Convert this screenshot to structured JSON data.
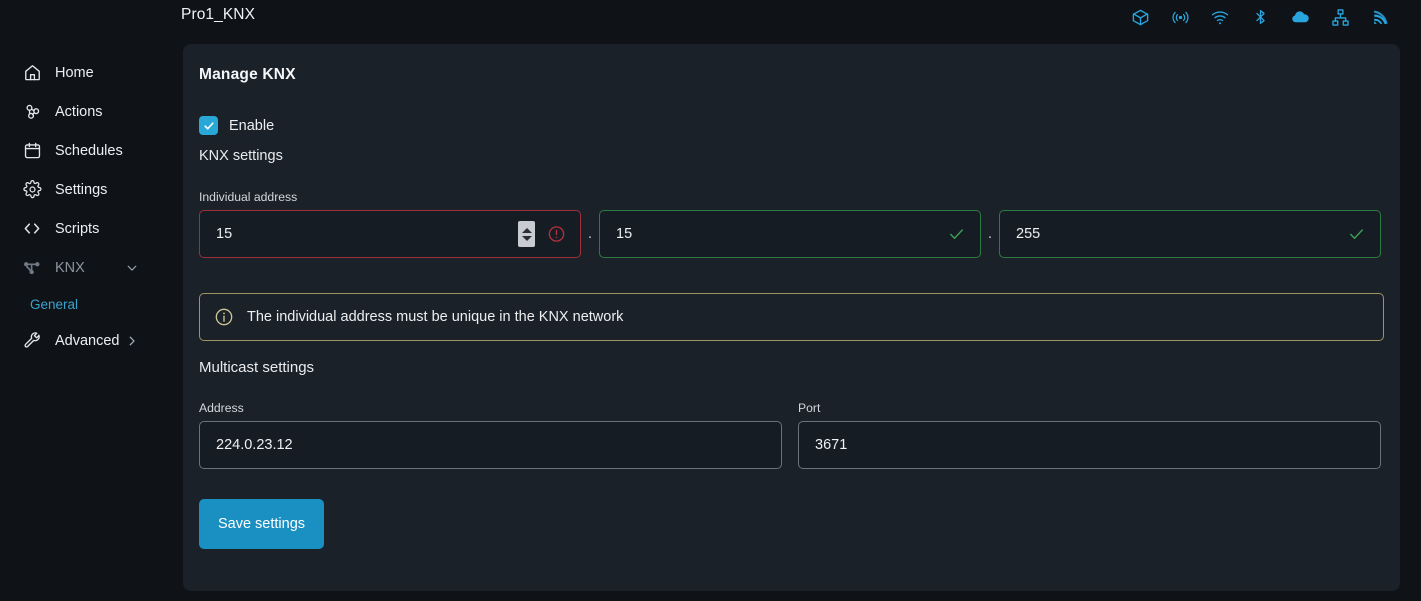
{
  "topbar": {
    "title": "Pro1_KNX",
    "status_icons": [
      {
        "name": "package-icon",
        "label": "package"
      },
      {
        "name": "rf-signal-icon",
        "label": "rf"
      },
      {
        "name": "wifi-icon",
        "label": "wifi"
      },
      {
        "name": "bluetooth-icon",
        "label": "bluetooth"
      },
      {
        "name": "cloud-icon",
        "label": "cloud"
      },
      {
        "name": "ethernet-icon",
        "label": "ethernet"
      },
      {
        "name": "broadcast-icon",
        "label": "broadcast"
      }
    ],
    "accent_color": "#29a5dd"
  },
  "sidebar": {
    "items": [
      {
        "label": "Home",
        "icon": "home-icon",
        "state": "normal"
      },
      {
        "label": "Actions",
        "icon": "actions-icon",
        "state": "normal"
      },
      {
        "label": "Schedules",
        "icon": "calendar-icon",
        "state": "normal"
      },
      {
        "label": "Settings",
        "icon": "gear-icon",
        "state": "normal"
      },
      {
        "label": "Scripts",
        "icon": "code-brackets-icon",
        "state": "normal"
      },
      {
        "label": "KNX",
        "icon": "network-nodes-icon",
        "state": "dim",
        "chevron": "chevron-down-icon",
        "expanded": true
      },
      {
        "label": "Advanced",
        "icon": "wrench-icon",
        "state": "normal",
        "chevron": "chevron-right-icon",
        "expanded": false
      }
    ],
    "sub_items": [
      {
        "label": "General",
        "parent": "KNX",
        "selected": true,
        "color": "#3aa3cc"
      }
    ]
  },
  "panel": {
    "title": "Manage KNX",
    "enable": {
      "label": "Enable",
      "checked": true,
      "color": "#29a8d8"
    },
    "knx_settings_title": "KNX settings",
    "individual_address": {
      "label": "Individual address",
      "separator": ".",
      "fields": [
        {
          "value": "15",
          "state": "invalid",
          "has_spinner": true,
          "mark": "error-circle-icon",
          "border_color": "#9e3039"
        },
        {
          "value": "15",
          "state": "valid",
          "has_spinner": false,
          "mark": "check-icon",
          "border_color": "#2f7a41"
        },
        {
          "value": "255",
          "state": "valid",
          "has_spinner": false,
          "mark": "check-icon",
          "border_color": "#2f7a41"
        }
      ]
    },
    "info": {
      "icon": "info-circle-icon",
      "text": "The individual address must be unique in the KNX network",
      "border_color": "#9c9464"
    },
    "multicast": {
      "title": "Multicast settings",
      "address": {
        "label": "Address",
        "value": "224.0.23.12"
      },
      "port": {
        "label": "Port",
        "value": "3671"
      }
    },
    "save_button": {
      "label": "Save settings",
      "color": "#1a8fc1"
    }
  }
}
